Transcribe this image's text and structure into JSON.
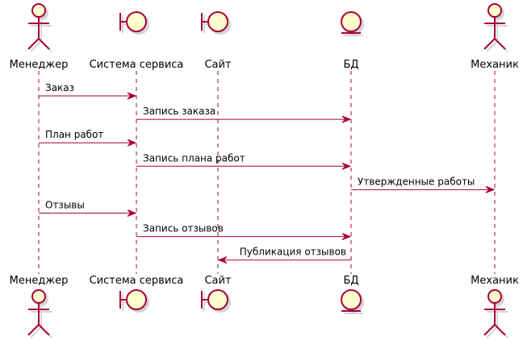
{
  "participants": [
    {
      "id": "manager",
      "label": "Менеджер",
      "kind": "actor"
    },
    {
      "id": "service",
      "label": "Система сервиса",
      "kind": "boundary"
    },
    {
      "id": "site",
      "label": "Сайт",
      "kind": "boundary"
    },
    {
      "id": "db",
      "label": "БД",
      "kind": "entity"
    },
    {
      "id": "mechanic",
      "label": "Механик",
      "kind": "actor"
    }
  ],
  "messages": [
    {
      "from": "manager",
      "to": "service",
      "label": "Заказ"
    },
    {
      "from": "service",
      "to": "db",
      "label": "Запись заказа"
    },
    {
      "from": "manager",
      "to": "service",
      "label": "План работ"
    },
    {
      "from": "service",
      "to": "db",
      "label": "Запись плана работ"
    },
    {
      "from": "db",
      "to": "mechanic",
      "label": "Утвержденные работы"
    },
    {
      "from": "manager",
      "to": "service",
      "label": "Отзывы"
    },
    {
      "from": "service",
      "to": "db",
      "label": "Запись отзывов"
    },
    {
      "from": "db",
      "to": "site",
      "label": "Публикация отзывов"
    }
  ],
  "colors": {
    "line": "#A80036",
    "fill": "#FEFECE"
  }
}
